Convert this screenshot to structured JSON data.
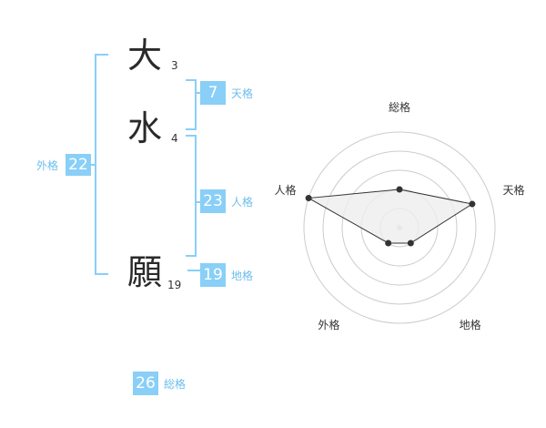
{
  "name": {
    "chars": [
      {
        "char": "大",
        "strokes": "3"
      },
      {
        "char": "水",
        "strokes": "4"
      },
      {
        "char": "願",
        "strokes": "19"
      }
    ]
  },
  "fortune": {
    "tenkaku": {
      "value": "7",
      "label": "天格"
    },
    "jinkaku": {
      "value": "23",
      "label": "人格"
    },
    "chikaku": {
      "value": "19",
      "label": "地格"
    },
    "gaikaku": {
      "value": "22",
      "label": "外格"
    },
    "soukaku": {
      "value": "26",
      "label": "総格"
    }
  },
  "colors": {
    "accent": "#89CFF7",
    "label": "#6DBDEB",
    "radar_fill": "#eeeeee",
    "ring": "#cccccc"
  },
  "chart_data": {
    "type": "radar",
    "axes": [
      "総格",
      "天格",
      "地格",
      "外格",
      "人格"
    ],
    "levels": 5,
    "max": 5,
    "values": [
      2,
      4,
      1,
      1,
      5
    ]
  }
}
